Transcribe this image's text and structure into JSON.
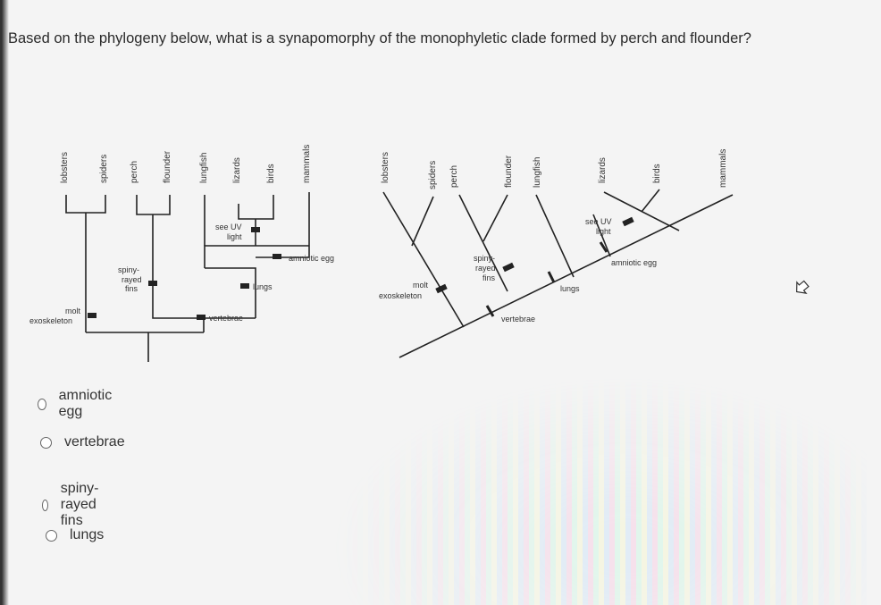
{
  "question": "Based on the phylogeny below, what is a synapomorphy of the monophyletic clade formed by perch and flounder?",
  "taxa": [
    "lobsters",
    "spiders",
    "perch",
    "flounder",
    "lungfish",
    "lizards",
    "birds",
    "mammals"
  ],
  "characters": {
    "see_uv": "see UV",
    "light": "light",
    "amniotic_egg": "amniotic egg",
    "spiny": "spiny-",
    "rayed": "rayed",
    "fins": "fins",
    "lungs": "lungs",
    "molt": "molt",
    "exoskeleton": "exoskeleton",
    "vertebrae": "vertebrae"
  },
  "options": [
    {
      "label": "amniotic egg",
      "selected": false
    },
    {
      "label": "vertebrae",
      "selected": false
    },
    {
      "label": "spiny-rayed fins",
      "selected": false
    },
    {
      "label": "lungs",
      "selected": false
    }
  ]
}
